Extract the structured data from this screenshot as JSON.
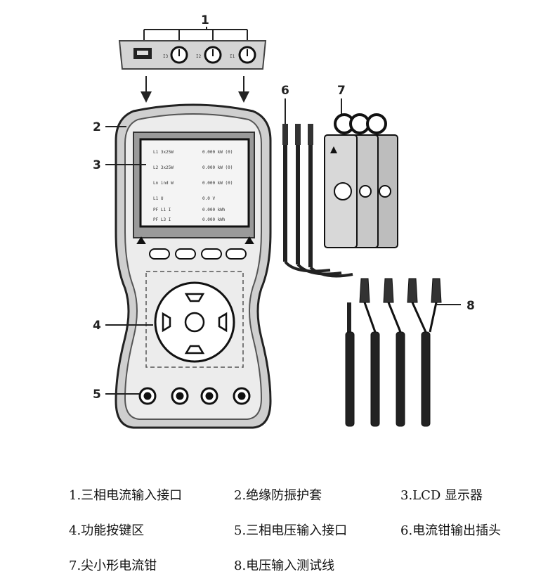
{
  "callouts": [
    "1",
    "2",
    "3",
    "4",
    "5",
    "6",
    "7",
    "8"
  ],
  "port_labels": [
    "I3",
    "I2",
    "I1"
  ],
  "lcd_rows": [
    [
      "L1 3x25W",
      "0.000 kW (0)"
    ],
    [
      "L2 3x25W",
      "0.000 kW (0)"
    ],
    [
      "Ln ind W",
      "0.000 kW (0)"
    ],
    [
      "L1 U",
      "0.0 V"
    ],
    [
      "PF L1 I",
      "0.000 kWh"
    ],
    [
      "PF L3 I",
      "0.000 kWh"
    ]
  ],
  "legend": [
    [
      "1.三相电流输入接口",
      "2.绝缘防振护套",
      "3.LCD 显示器"
    ],
    [
      "4.功能按键区",
      "5.三相电压输入接口",
      "6.电流钳输出插头"
    ],
    [
      "7.尖小形电流钳",
      "8.电压输入测试线"
    ]
  ]
}
